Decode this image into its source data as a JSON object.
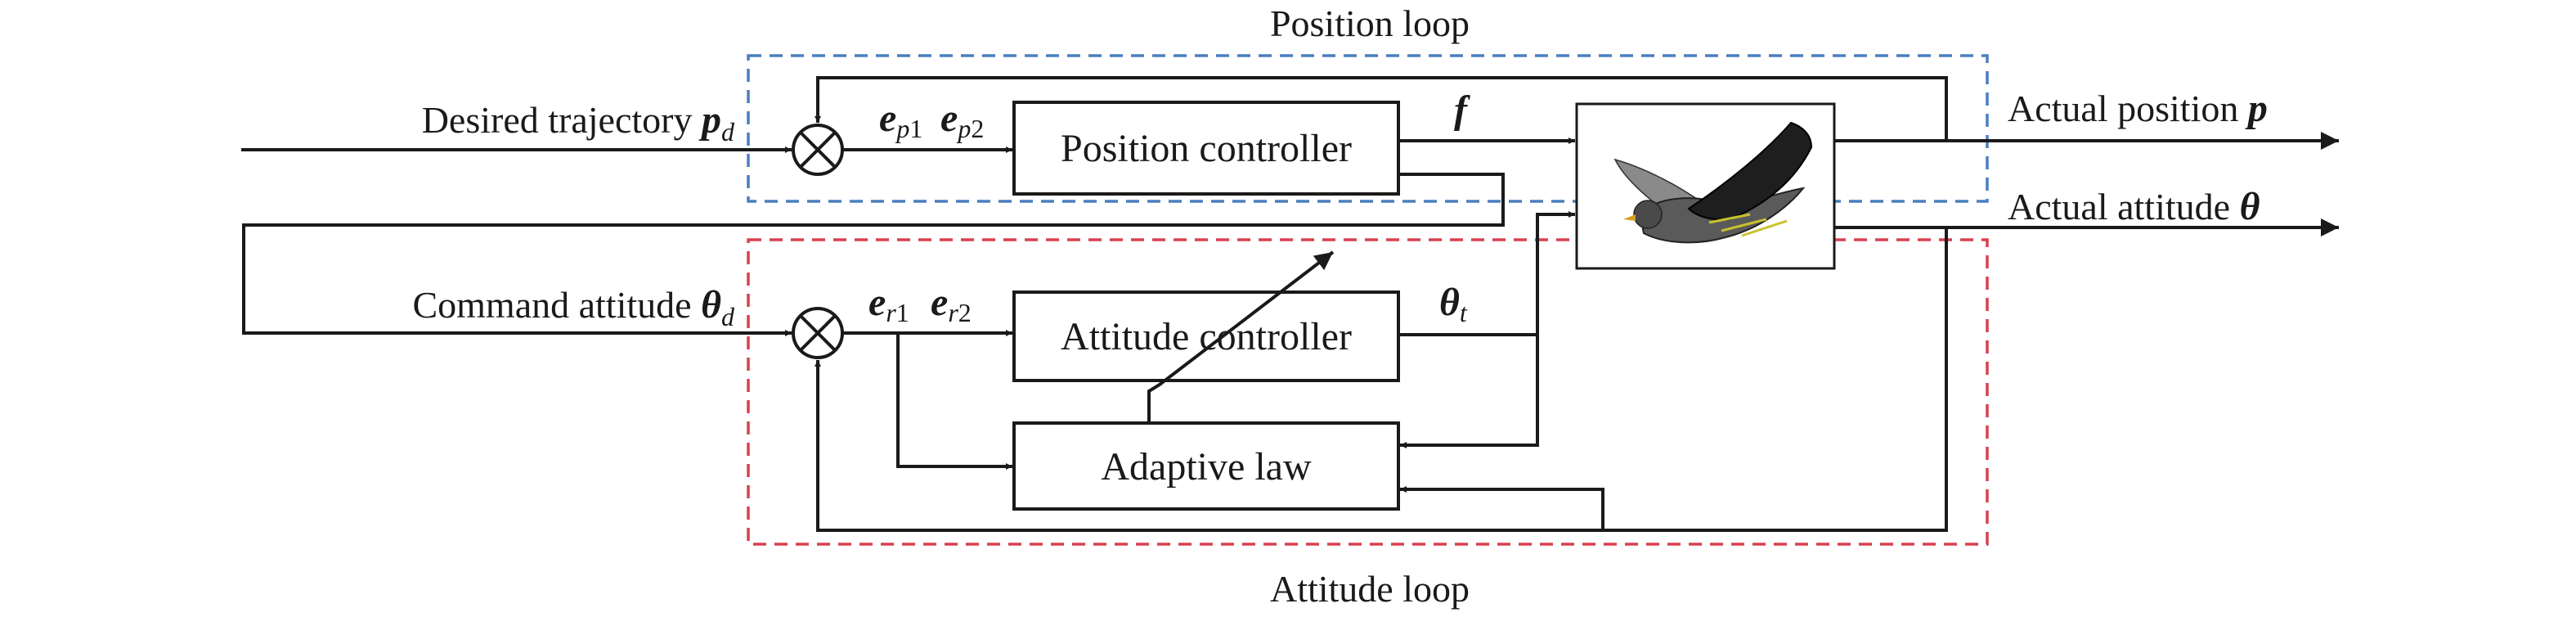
{
  "loops": {
    "position": {
      "label": "Position loop",
      "color": "#4a7fc0"
    },
    "attitude": {
      "label": "Attitude loop",
      "color": "#d94050"
    }
  },
  "inputs": {
    "desired_trajectory": {
      "text": "Desired trajectory ",
      "symbol": "p",
      "subscript": "d"
    },
    "command_attitude": {
      "text": "Command attitude ",
      "symbol": "θ",
      "subscript": "d"
    }
  },
  "outputs": {
    "actual_position": {
      "text": "Actual position ",
      "symbol": "p"
    },
    "actual_attitude": {
      "text": "Actual attitude ",
      "symbol": "θ"
    }
  },
  "blocks": {
    "position_controller": "Position controller",
    "attitude_controller": "Attitude controller",
    "adaptive_law": "Adaptive law"
  },
  "signals": {
    "ep1": {
      "symbol": "e",
      "sub_var": "p",
      "sub_num": "1"
    },
    "ep2": {
      "symbol": "e",
      "sub_var": "p",
      "sub_num": "2"
    },
    "er1": {
      "symbol": "e",
      "sub_var": "r",
      "sub_num": "1"
    },
    "er2": {
      "symbol": "e",
      "sub_var": "r",
      "sub_num": "2"
    },
    "f": {
      "symbol": "f"
    },
    "theta_t": {
      "symbol": "θ",
      "subscript": "t"
    }
  },
  "plant": {
    "image": "flapping-wing-bird-icon"
  }
}
